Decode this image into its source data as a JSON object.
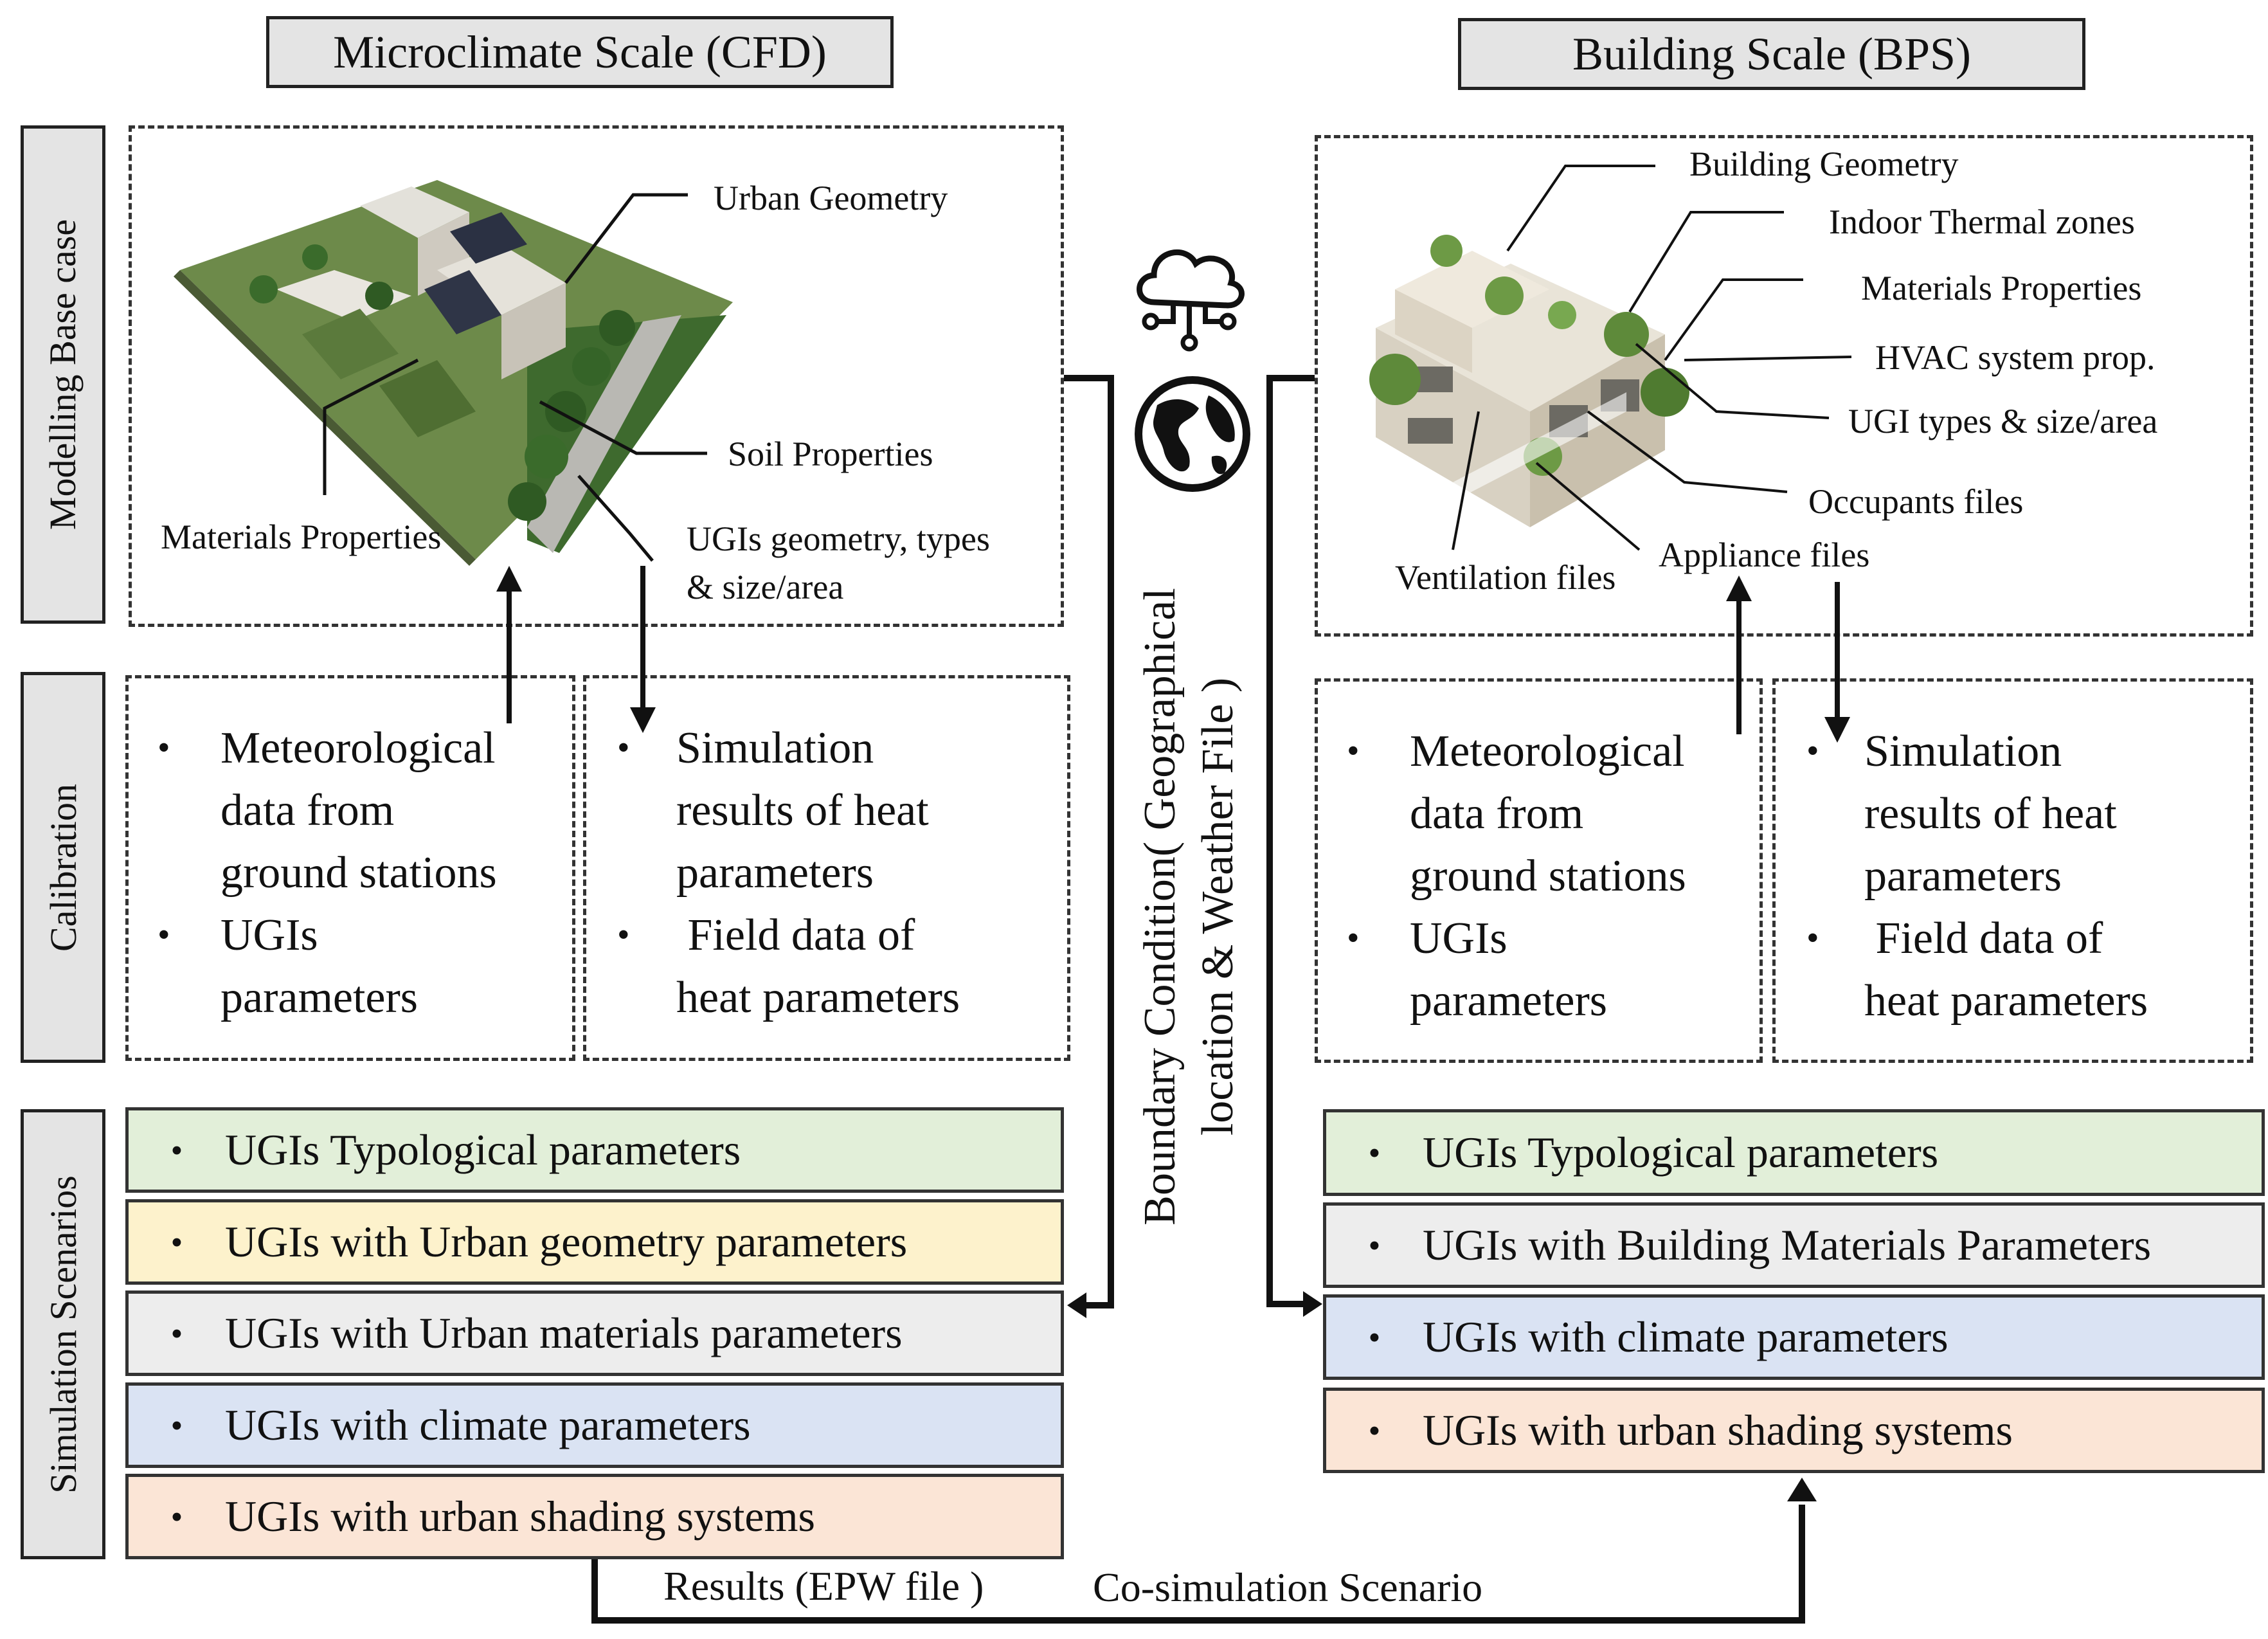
{
  "headers": {
    "left": "Microclimate Scale (CFD)",
    "right": "Building Scale (BPS)"
  },
  "row_labels": {
    "modelling": "Modelling Base case",
    "calibration": "Calibration",
    "scenarios": "Simulation Scenarios"
  },
  "cfd_model": {
    "urban_geometry": "Urban  Geometry",
    "soil_properties": "Soil Properties",
    "materials_properties": "Materials Properties",
    "ugis_geometry_line1": "UGIs geometry, types",
    "ugis_geometry_line2": "& size/area"
  },
  "bps_model": {
    "building_geometry": "Building Geometry",
    "indoor_thermal_zones": "Indoor Thermal zones",
    "materials_properties": "Materials Properties",
    "hvac": "HVAC system prop.",
    "ugi_types": "UGI types & size/area",
    "occupants": "Occupants files",
    "appliance": "Appliance files",
    "ventilation": "Ventilation files"
  },
  "calibration": {
    "bullet": "•",
    "inputs": {
      "line1": "Meteorological",
      "line2": "data from",
      "line3": "ground stations",
      "line4": "UGIs",
      "line5": "parameters"
    },
    "outputs": {
      "line1": "Simulation",
      "line2": "results of heat",
      "line3": "parameters",
      "line4": " Field data of",
      "line5": "heat parameters"
    }
  },
  "boundary_condition": {
    "line1": "Boundary Condition( Geographical",
    "line2": "location & Weather File )"
  },
  "scenarios_left": [
    {
      "label": "UGIs Typological parameters",
      "color": "#e2efd9"
    },
    {
      "label": "UGIs with Urban geometry parameters",
      "color": "#fdf2cc"
    },
    {
      "label": "UGIs with Urban materials parameters",
      "color": "#ededed"
    },
    {
      "label": "UGIs with climate parameters",
      "color": "#dae3f3"
    },
    {
      "label": "UGIs with urban shading systems",
      "color": "#fbe5d6"
    }
  ],
  "scenarios_right": [
    {
      "label": "UGIs Typological parameters",
      "color": "#e2efd9"
    },
    {
      "label": "UGIs with Building Materials Parameters",
      "color": "#ededed"
    },
    {
      "label": "UGIs with climate parameters",
      "color": "#dae3f3"
    },
    {
      "label": "UGIs with urban shading systems",
      "color": "#fbe5d6"
    }
  ],
  "bottom": {
    "results": "Results (EPW file )",
    "cosim": "Co-simulation Scenario"
  },
  "icons": [
    "cloud-network-icon",
    "globe-icon"
  ],
  "colors": {
    "line": "#111111",
    "header_bg": "#e4e4e4"
  }
}
